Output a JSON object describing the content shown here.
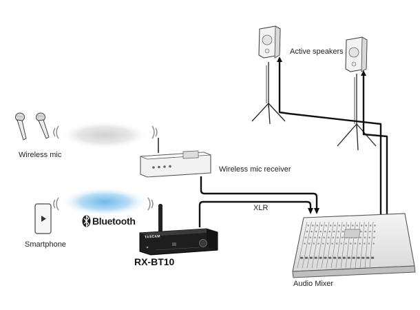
{
  "labels": {
    "active_speakers": "Active speakers",
    "wireless_mic": "Wireless mic",
    "wireless_mic_receiver": "Wireless mic receiver",
    "xlr": "XLR",
    "smartphone": "Smartphone",
    "bluetooth": "Bluetooth",
    "product": "RX-BT10",
    "audio_mixer": "Audio Mixer"
  },
  "device_text": {
    "brand": "TASCAM"
  },
  "icons": [
    "microphone-icon",
    "smartphone-icon",
    "bluetooth-icon",
    "speaker-icon",
    "wireless-signal-icon"
  ],
  "colors": {
    "line": "#111111",
    "device": "#f2f2f2",
    "device_stroke": "#555555",
    "bluetooth_glow": "#7fc4ee",
    "mic_glow": "#d4d4d4",
    "receiver_body": "#1c1c1c"
  }
}
